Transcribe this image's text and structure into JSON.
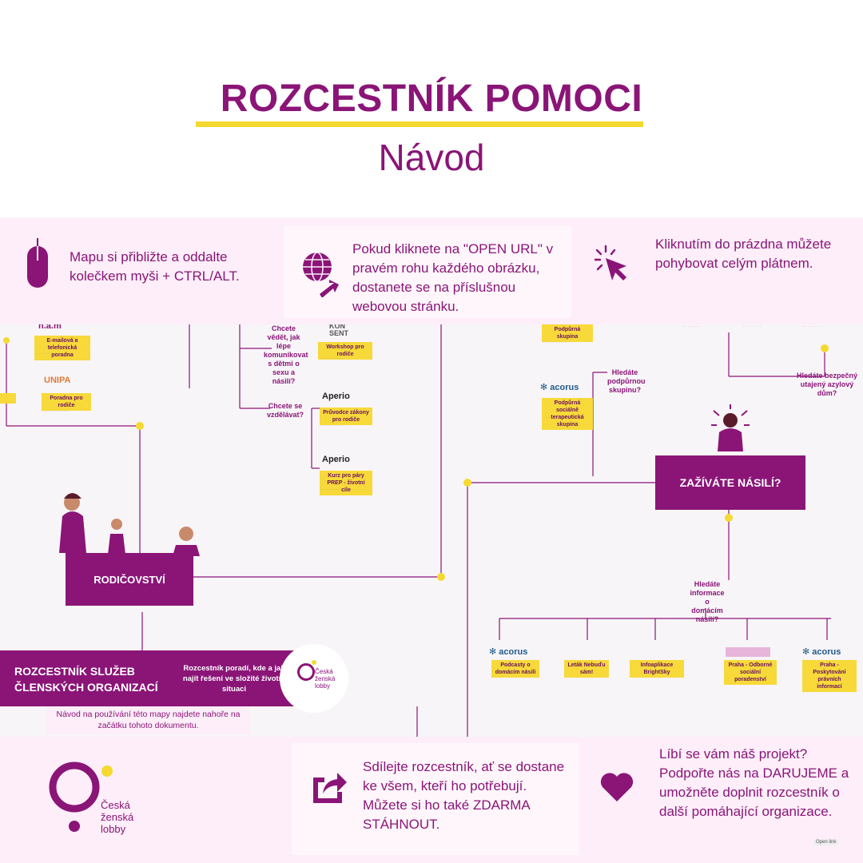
{
  "header": {
    "title": "ROZCESTNÍK POMOCI",
    "subtitle": "Návod"
  },
  "tips": {
    "zoom": "Mapu si přibližte a oddalte kolečkem myši + CTRL/ALT.",
    "open_url": "Pokud kliknete na \"OPEN URL\" v pravém rohu každého obrázku, dostanete se na příslušnou webovou stránku.",
    "pan": "Kliknutím do prázdna můžete pohybovat celým plátnem."
  },
  "map": {
    "parenting": "RODIČOVSTVÍ",
    "violence": "ZAŽÍVÁTE NÁSILÍ?",
    "q_communicate": "Chcete vědět, jak lépe komunikovat s dětmi o sexu a násilí?",
    "q_educate": "Chcete se vzdělávat?",
    "q_support_group": "Hledáte podpůrnou skupinu?",
    "q_shelter": "Hledáte bezpečný utajený azylový dům?",
    "q_info": "Hledáte informace o domácím násilí?",
    "label_phone": "E-mailová a telefonická poradna",
    "label_family": "Poradna pro rodiče",
    "label_workshop": "Workshop pro rodiče",
    "label_guide": "Průvodce zákony pro rodiče",
    "label_course": "Kurz pro páry PREP - životní cíle",
    "label_support": "Podpůrná skupina",
    "label_therapy": "Podpůrná sociálně terapeutická skupina",
    "label_podcasty": "Podcasty o domácím násilí",
    "label_letak": "Leták Nebuďu sám!",
    "label_brightsky": "Infoaplikace BrightSky",
    "label_praha1": "Praha - Odborné sociální poradenství",
    "label_praha2": "Praha - Poskytování právních informací",
    "logo_acorus": "acorus",
    "logo_aperio": "Aperio",
    "logo_unipa": "UNIPA",
    "logo_konsent": "KON SENT",
    "logo_nam": "n.a.m",
    "banner_title": "ROZCESTNÍK SLUŽEB ČLENSKÝCH ORGANIZACÍ",
    "banner_desc": "Rozcestník poradí, kde a jak najít řešení ve složité životní situaci",
    "banner_note": "Návod na používání této mapy najdete nahoře na začátku tohoto dokumentu.",
    "czl_logo": "Česká ženská lobby"
  },
  "footer": {
    "logo_text": "Česká ženská lobby",
    "share": "Sdílejte rozcestník, ať se dostane ke všem, kteří ho potřebují. Můžete si ho také ZDARMA STÁHNOUT.",
    "donate": "Líbí se vám náš projekt? Podpořte nás na DARUJEME a umožněte doplnit rozcestník o další pomáhající organizace.",
    "open_link": "Open link"
  },
  "colors": {
    "primary": "#8a1577",
    "accent": "#f5d930",
    "band": "#fdeef9"
  }
}
